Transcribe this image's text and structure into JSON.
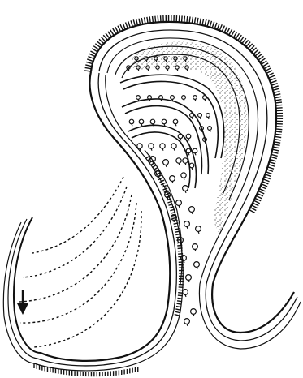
{
  "figure": {
    "labels": [],
    "line_color": "#111111",
    "background": "#ffffff",
    "components": [
      "outer-fringed-epithelium",
      "s-shaped-layered-wall",
      "stippled-region",
      "granule-rows",
      "dashed-trajectory-lines",
      "direction-arrow",
      "released-granules"
    ]
  }
}
